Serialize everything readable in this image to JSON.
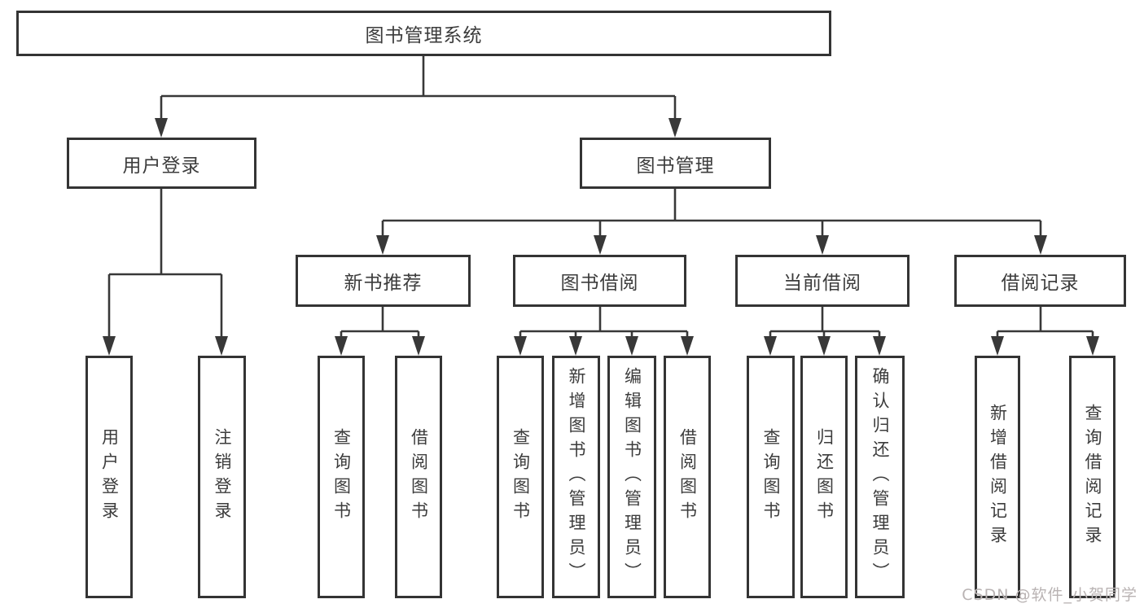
{
  "diagram_title": "图书管理系统",
  "tree": {
    "label": "图书管理系统",
    "children": [
      {
        "label": "用户登录",
        "children": [
          {
            "label": "用户登录"
          },
          {
            "label": "注销登录"
          }
        ]
      },
      {
        "label": "图书管理",
        "children": [
          {
            "label": "新书推荐",
            "children": [
              {
                "label": "查询图书"
              },
              {
                "label": "借阅图书"
              }
            ]
          },
          {
            "label": "图书借阅",
            "children": [
              {
                "label": "查询图书"
              },
              {
                "label": "新增图书（管理员）"
              },
              {
                "label": "编辑图书（管理员）"
              },
              {
                "label": "借阅图书"
              }
            ]
          },
          {
            "label": "当前借阅",
            "children": [
              {
                "label": "查询图书"
              },
              {
                "label": "归还图书"
              },
              {
                "label": "确认归还（管理员）"
              }
            ]
          },
          {
            "label": "借阅记录",
            "children": [
              {
                "label": "新增借阅记录"
              },
              {
                "label": "查询借阅记录"
              }
            ]
          }
        ]
      }
    ]
  },
  "watermark": "CSDN @软件_小贺同学",
  "colors": {
    "line": "#383838",
    "text": "#3c3c3c",
    "box_background": "#ffffff",
    "watermark": "#b9b3b3",
    "background": "#ffffff"
  }
}
